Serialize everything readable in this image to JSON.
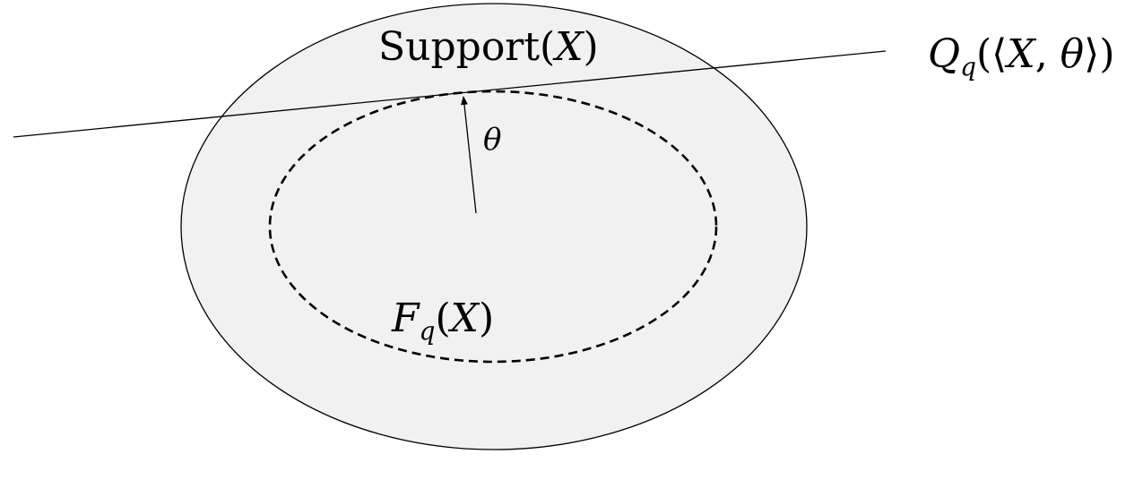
{
  "labels": {
    "support_word": "Support",
    "support_var": "X",
    "theta": "θ",
    "quantile_q": "Q",
    "quantile_sub": "q",
    "quantile_x": "X",
    "quantile_theta": "θ",
    "floating_f": "F",
    "floating_sub": "q",
    "floating_var": "X"
  },
  "colors": {
    "fill": "#f1f1f1",
    "stroke": "#000000",
    "background": "#ffffff"
  },
  "styles": {
    "support_region": "solid ellipse, light gray fill",
    "quantile_region": "dashed ellipse",
    "hyperplane": "solid line",
    "theta_vector": "arrow"
  }
}
